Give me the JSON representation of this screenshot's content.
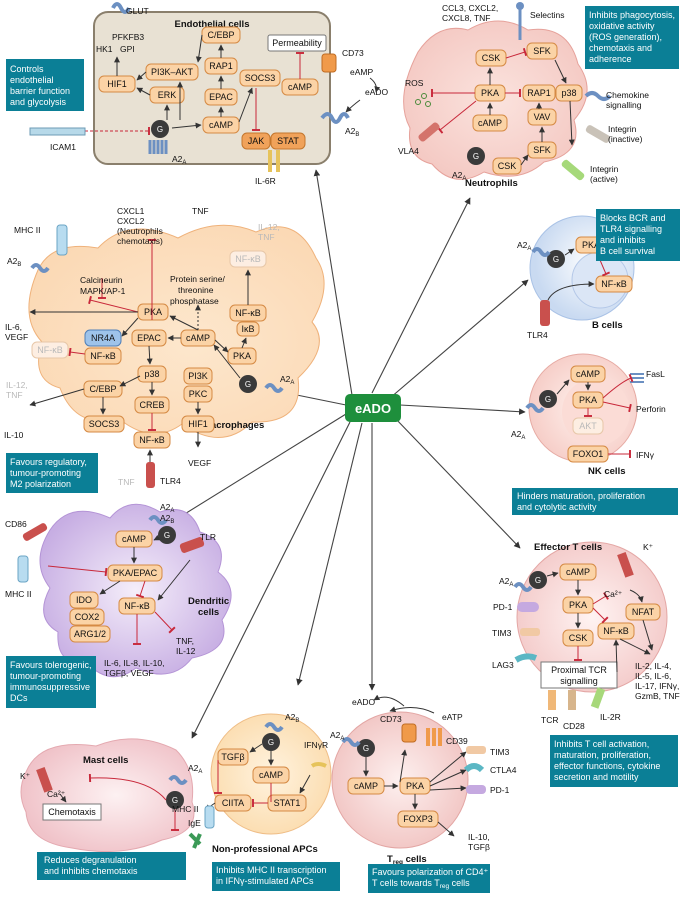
{
  "center": {
    "label": "eADO"
  },
  "captions": {
    "endothelial": [
      "Controls",
      "endothelial",
      "barrier function",
      "and glycolysis"
    ],
    "neutrophils": [
      "Inhibits phagocytosis,",
      "oxidative activity",
      "(ROS generation),",
      "chemotaxis and",
      "adherence"
    ],
    "b_cells": [
      "Blocks BCR and",
      "TLR4 signalling",
      "and inhibits",
      "B cell survival"
    ],
    "macrophages": [
      "Favours regulatory,",
      "tumour-promoting",
      "M2 polarization"
    ],
    "nk_cells": [
      "Hinders maturation, proliferation",
      "and cytolytic activity"
    ],
    "dendritic": [
      "Favours tolerogenic,",
      "tumour-promoting",
      "immunosuppressive",
      "DCs"
    ],
    "effector_t": [
      "Inhibits T cell activation,",
      "maturation, proliferation,",
      "effector functions, cytokine",
      "secretion and motility"
    ],
    "mast": [
      "Reduces degranulation",
      "and inhibits chemotaxis"
    ],
    "apcs": [
      "Inhibits MHC II transcription",
      "in IFNγ-stimulated APCs"
    ],
    "treg": [
      "Favours polarization of CD4⁺",
      "T cells towards T",
      "reg",
      " cells"
    ]
  },
  "cell_titles": {
    "endothelial": "Endothelial cells",
    "neutrophils": "Neutrophils",
    "b_cells": "B cells",
    "nk_cells": "NK cells",
    "macrophages": "Macrophages",
    "dendritic": [
      "Dendritic",
      "cells"
    ],
    "effector_t": "Effector T cells",
    "mast": "Mast cells",
    "apcs": "Non-professional APCs",
    "treg": [
      "T",
      "reg",
      " cells"
    ]
  },
  "endothelial": {
    "nodes": {
      "cebp": "C/EBP",
      "rap1": "RAP1",
      "epac": "EPAC",
      "camp": "cAMP",
      "pi3k": "PI3K–AKT",
      "erk": "ERK",
      "hif1": "HIF1",
      "socs3": "SOCS3",
      "jak": "JAK",
      "stat": "STAT",
      "camp2": "cAMP",
      "perm": "Permeability",
      "gs": "G"
    },
    "labels": {
      "glut": "GLUT",
      "pfkfb3": "PFKFB3",
      "hk1": "HK1",
      "gpi": "GPI",
      "icam1": "ICAM1",
      "a2a": "A2",
      "a2a_sub": "A",
      "il6r": "IL-6R",
      "cd73": "CD73",
      "eamp": "eAMP",
      "eado": "eADO",
      "a2b": "A2",
      "a2b_sub": "B"
    }
  },
  "neutrophils": {
    "nodes": {
      "csk": "CSK",
      "sfk": "SFK",
      "p38": "p38",
      "pka": "PKA",
      "rap1": "RAP1",
      "camp": "cAMP",
      "vav": "VAV",
      "sfk2": "SFK",
      "csk2": "CSK",
      "gs": "G"
    },
    "labels": {
      "chemokines": "CCL3, CXCL2,",
      "chemokines2": "CXCL8, TNF",
      "selectins": "Selectins",
      "ros": "ROS",
      "chemokine_sig1": "Chemokine",
      "chemokine_sig2": "signalling",
      "vla4": "VLA4",
      "integrin_inactive1": "Integrin",
      "integrin_inactive2": "(inactive)",
      "integrin_active1": "Integrin",
      "integrin_active2": "(active)",
      "a2a": "A2",
      "a2a_sub": "A"
    }
  },
  "b_cells": {
    "nodes": {
      "pka": "PKA",
      "nfkb": "NF-κB",
      "gs": "G"
    },
    "labels": {
      "a2a": "A2",
      "a2a_sub": "A",
      "tlr4": "TLR4"
    }
  },
  "nk_cells": {
    "nodes": {
      "camp": "cAMP",
      "pka": "PKA",
      "akt": "AKT",
      "foxo1": "FOXO1",
      "gs": "G"
    },
    "labels": {
      "fasl": "FasL",
      "perforin": "Perforin",
      "ifng": "IFNγ",
      "a2a": "A2",
      "a2a_sub": "A"
    }
  },
  "macrophages": {
    "nodes": {
      "pka": "PKA",
      "epac": "EPAC",
      "camp": "cAMP",
      "nr4a": "NR4A",
      "nfkb": "NF-κB",
      "nfkb_faded": "NF-κB",
      "p38": "p38",
      "cebp": "C/EBP",
      "socs3": "SOCS3",
      "creb": "CREB",
      "nfkb2": "NF-κB",
      "pi3k": "PI3K",
      "pkc": "PKC",
      "hif1": "HIF1",
      "pka2": "PKA",
      "nfkb3": "NF-κB",
      "ikb": "IκB",
      "nfkb_top": "NF-κB",
      "gs": "G"
    },
    "labels": {
      "mhc2": "MHC II",
      "a2b": "A2",
      "a2b_sub": "B",
      "calcineurin1": "Calcineurin",
      "calcineurin2": "MAPK/AP-1",
      "cxcl1": "CXCL1",
      "cxcl2": "CXCL2",
      "neutro": "(Neutrophils",
      "chemotaxis": "chemotaxis)",
      "tnf": "TNF",
      "protein1": "Protein serine/",
      "protein2": "threonine",
      "protein3": "phosphatase",
      "il12_top1": "IL-12,",
      "il12_top2": "TNF",
      "il6": "IL-6,",
      "vegf": "VEGF",
      "il12_1": "IL-12,",
      "il12_2": "TNF",
      "il10": "IL-10",
      "tnf2": "TNF",
      "tlr4": "TLR4",
      "vegf2": "VEGF",
      "a2a": "A2",
      "a2a_sub": "A"
    }
  },
  "dendritic": {
    "nodes": {
      "camp": "cAMP",
      "pkaepac": "PKA/EPAC",
      "ido": "IDO",
      "cox2": "COX2",
      "arg": "ARG1/2",
      "nfkb": "NF-κB",
      "gs": "G"
    },
    "labels": {
      "cd86": "CD86",
      "mhc2": "MHC II",
      "a2a": "A2",
      "a2a_sub": "A",
      "a2b": "A2",
      "a2b_sub": "B",
      "tlr": "TLR",
      "tnf": "TNF,",
      "il12": "IL-12",
      "cyto1": "IL-6, IL-8, IL-10,",
      "cyto2": "TGFβ, VEGF"
    }
  },
  "effector_t": {
    "nodes": {
      "camp": "cAMP",
      "pka": "PKA",
      "csk": "CSK",
      "nfkb": "NF-κB",
      "nfat": "NFAT",
      "tcr1": "Proximal TCR",
      "tcr2": "signalling",
      "gs": "G"
    },
    "labels": {
      "k": "K⁺",
      "ca": "Ca²⁺",
      "a2a": "A2",
      "a2a_sub": "A",
      "pd1": "PD-1",
      "tim3": "TIM3",
      "lag3": "LAG3",
      "tcr": "TCR",
      "cd28": "CD28",
      "il2r": "IL-2R",
      "cyto1": "IL-2, IL-4,",
      "cyto2": "IL-5, IL-6,",
      "cyto3": "IL-17, IFNγ,",
      "cyto4": "GzmB, TNF"
    }
  },
  "mast": {
    "nodes": {
      "chemotaxis": "Chemotaxis",
      "gs": "G"
    },
    "labels": {
      "k": "K⁺",
      "ca": "Ca²⁺",
      "a2a": "A2",
      "a2a_sub": "A",
      "ige": "IgE"
    }
  },
  "apcs": {
    "nodes": {
      "tgfb": "TGFβ",
      "camp": "cAMP",
      "ciita": "CIITA",
      "stat1": "STAT1",
      "gs": "G"
    },
    "labels": {
      "a2b": "A2",
      "a2b_sub": "B",
      "ifngr": "IFNγR",
      "mhc2": "MHC II"
    }
  },
  "treg": {
    "nodes": {
      "camp": "cAMP",
      "pka": "PKA",
      "foxp3": "FOXP3",
      "gs": "G"
    },
    "labels": {
      "eado": "eADO",
      "eatp": "eATP",
      "cd73": "CD73",
      "cd39": "CD39",
      "a2a": "A2",
      "a2a_sub": "A",
      "tim3": "TIM3",
      "ctla4": "CTLA4",
      "pd1": "PD-1",
      "il10": "IL-10,",
      "tgfb": "TGFβ"
    }
  },
  "colors": {
    "caption_bg": "#0b7f96",
    "center": "#1e8f3c",
    "node_fill": "#fbd3a6",
    "node_stroke": "#d58a44",
    "inhibit": "#c8283a",
    "gs": "#3a3a3a",
    "receptor": "#6c90c2"
  }
}
